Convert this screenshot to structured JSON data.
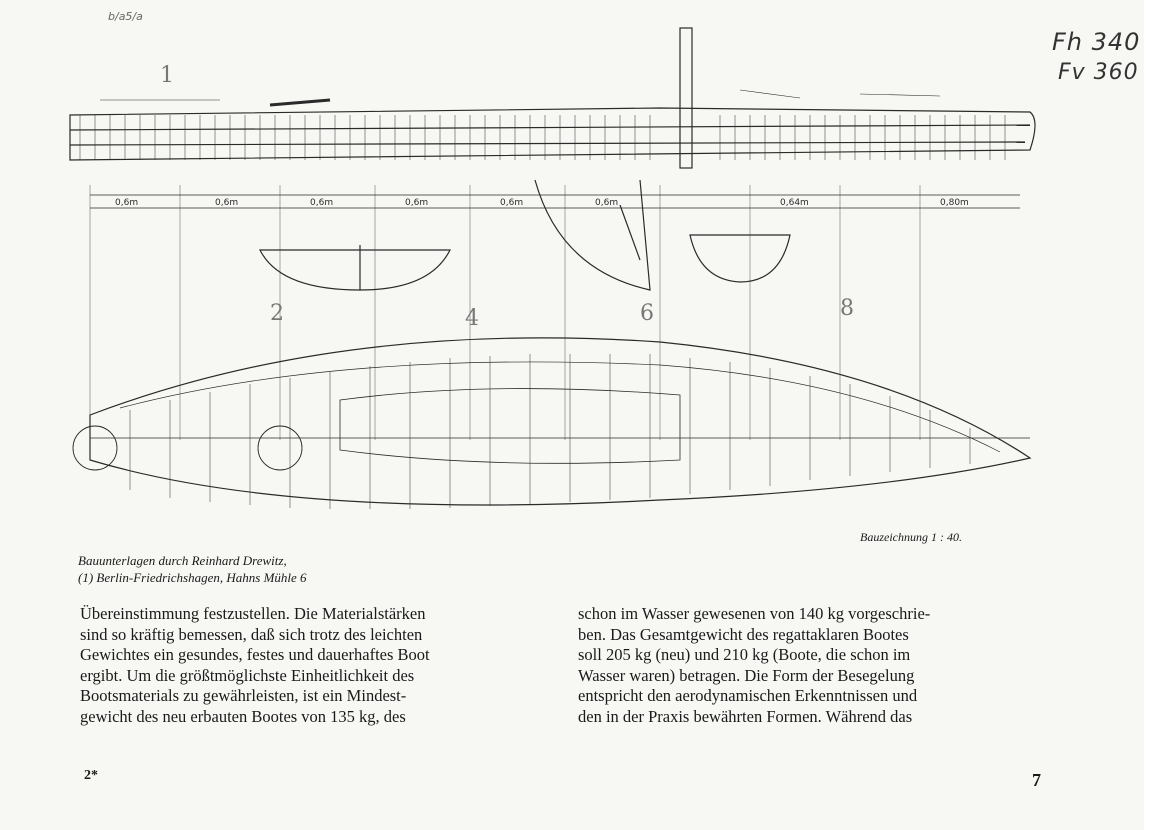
{
  "handwritten": {
    "top_right_1": "Fh 340",
    "top_right_2": "Fv 360",
    "top_left": "b/a5/a"
  },
  "drawing": {
    "caption": "Bauzeichnung 1 : 40.",
    "dimension_labels": [
      "0,6m",
      "0,6m",
      "0,6m",
      "0,6m",
      "0,6m",
      "0,6m",
      "0,64m",
      "0,80m"
    ],
    "station_numbers": [
      "1",
      "2",
      "4",
      "6",
      "8"
    ]
  },
  "credits": {
    "line1": "Bauunterlagen durch Reinhard Drewitz,",
    "line2": "(1) Berlin-Friedrichshagen, Hahns Mühle 6"
  },
  "body": {
    "left_lines": [
      "Übereinstimmung festzustellen.  Die Materialstärken",
      "sind so kräftig bemessen, daß sich trotz des leichten",
      "Gewichtes ein gesundes, festes und dauerhaftes Boot",
      "ergibt.  Um die größtmöglichste Einheitlichkeit des",
      "Bootsmaterials zu gewährleisten, ist ein Mindest-",
      "gewicht des neu erbauten Bootes von 135 kg, des"
    ],
    "right_lines": [
      "schon im Wasser gewesenen von 140 kg vorgeschrie-",
      "ben.  Das Gesamtgewicht des regattaklaren Bootes",
      "soll 205 kg (neu) und 210 kg (Boote, die schon im",
      "Wasser waren) betragen.  Die Form der Besegelung",
      "entspricht den aerodynamischen Erkenntnissen und",
      "den in der Praxis bewährten Formen.  Während das"
    ]
  },
  "page_numbers": {
    "left": "2*",
    "right": "7"
  }
}
